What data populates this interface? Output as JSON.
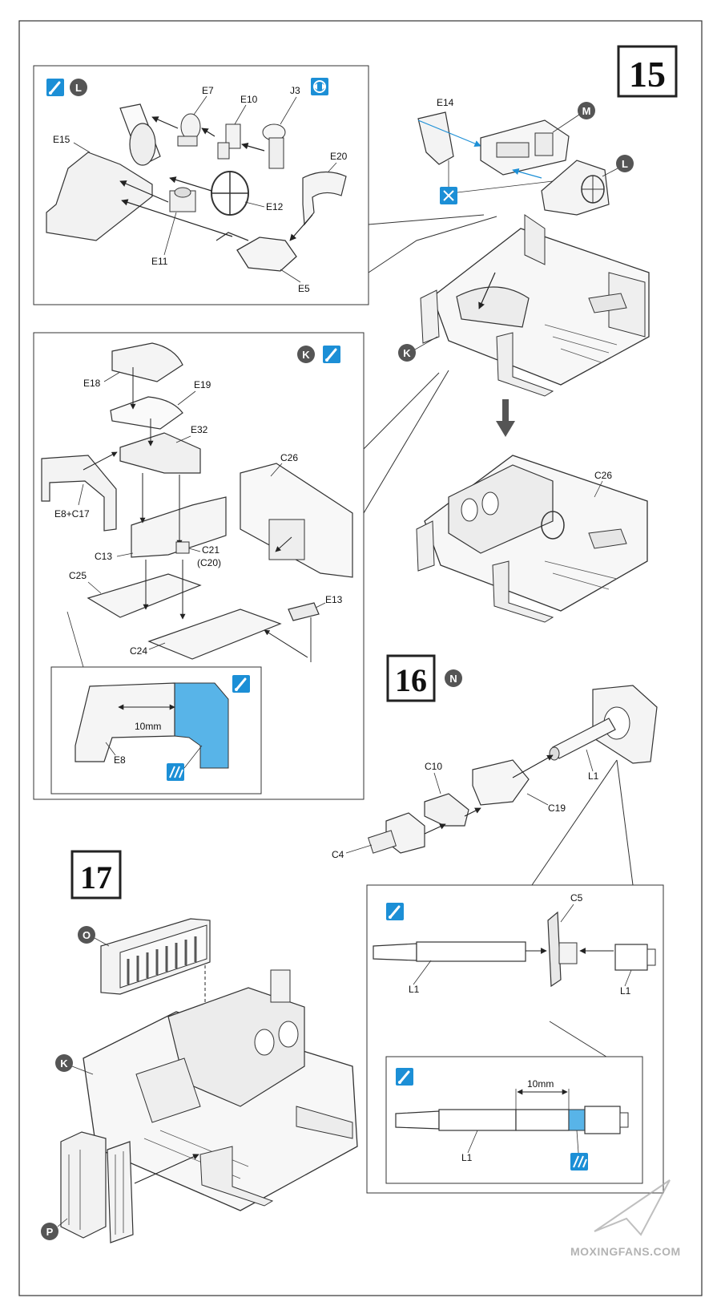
{
  "steps": [
    {
      "number": "15"
    },
    {
      "number": "16"
    },
    {
      "number": "17"
    }
  ],
  "sub_markers": [
    "K",
    "L",
    "M",
    "N",
    "O",
    "P"
  ],
  "part_labels": {
    "s15_inset1": [
      "E7",
      "E10",
      "J3",
      "E15",
      "E20",
      "E12",
      "E11",
      "E5"
    ],
    "s15_main": [
      "E14",
      "C26"
    ],
    "s15_inset2": [
      "E18",
      "E19",
      "E32",
      "C26",
      "E8+C17",
      "C13",
      "C21",
      "(C20)",
      "C25",
      "E13",
      "C24"
    ],
    "s15_detail": [
      "10mm",
      "E8"
    ],
    "s16": [
      "C10",
      "C19",
      "L1",
      "C4"
    ],
    "s16_inset": [
      "C5",
      "L1",
      "L1"
    ],
    "s16_detail": [
      "10mm",
      "L1"
    ]
  },
  "icons": {
    "paint": "paint-brush-icon",
    "assemble_with": "assembly-symbol-icon",
    "cut": "cut-icon",
    "hatch": "hatched-area-icon"
  },
  "colors": {
    "accent": "#1c8fd6",
    "highlight": "#58b4e8",
    "line": "#2a2a2a",
    "marker": "#555555"
  },
  "watermark": "MOXINGFANS.COM"
}
